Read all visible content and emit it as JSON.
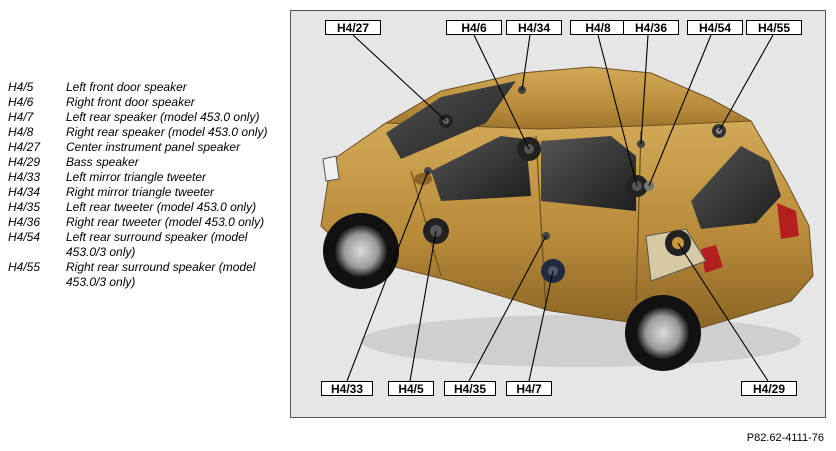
{
  "legend": [
    {
      "code": "H4/5",
      "desc": "Left front door speaker"
    },
    {
      "code": "H4/6",
      "desc": "Right front door speaker"
    },
    {
      "code": "H4/7",
      "desc": "Left rear speaker (model 453.0 only)"
    },
    {
      "code": "H4/8",
      "desc": "Right rear speaker (model 453.0 only)"
    },
    {
      "code": "H4/27",
      "desc": "Center instrument panel speaker"
    },
    {
      "code": "H4/29",
      "desc": "Bass speaker"
    },
    {
      "code": "H4/33",
      "desc": "Left mirror triangle tweeter"
    },
    {
      "code": "H4/34",
      "desc": "Right mirror triangle tweeter"
    },
    {
      "code": "H4/35",
      "desc": "Left rear tweeter (model 453.0 only)"
    },
    {
      "code": "H4/36",
      "desc": "Right rear tweeter (model 453.0 only)"
    },
    {
      "code": "H4/54",
      "desc": "Left rear surround speaker (model 453.0/3 only)"
    },
    {
      "code": "H4/55",
      "desc": "Right rear surround speaker (model 453.0/3 only)"
    }
  ],
  "callouts": {
    "top": [
      "H4/27",
      "H4/6",
      "H4/34",
      "H4/8",
      "H4/36",
      "H4/54",
      "H4/55"
    ],
    "bottom": [
      "H4/33",
      "H4/5",
      "H4/35",
      "H4/7",
      "H4/29"
    ]
  },
  "figure_id": "P82.62-4111-76",
  "colors": {
    "car_body": "#b88a3a",
    "figure_background": "#e6e6e6"
  }
}
